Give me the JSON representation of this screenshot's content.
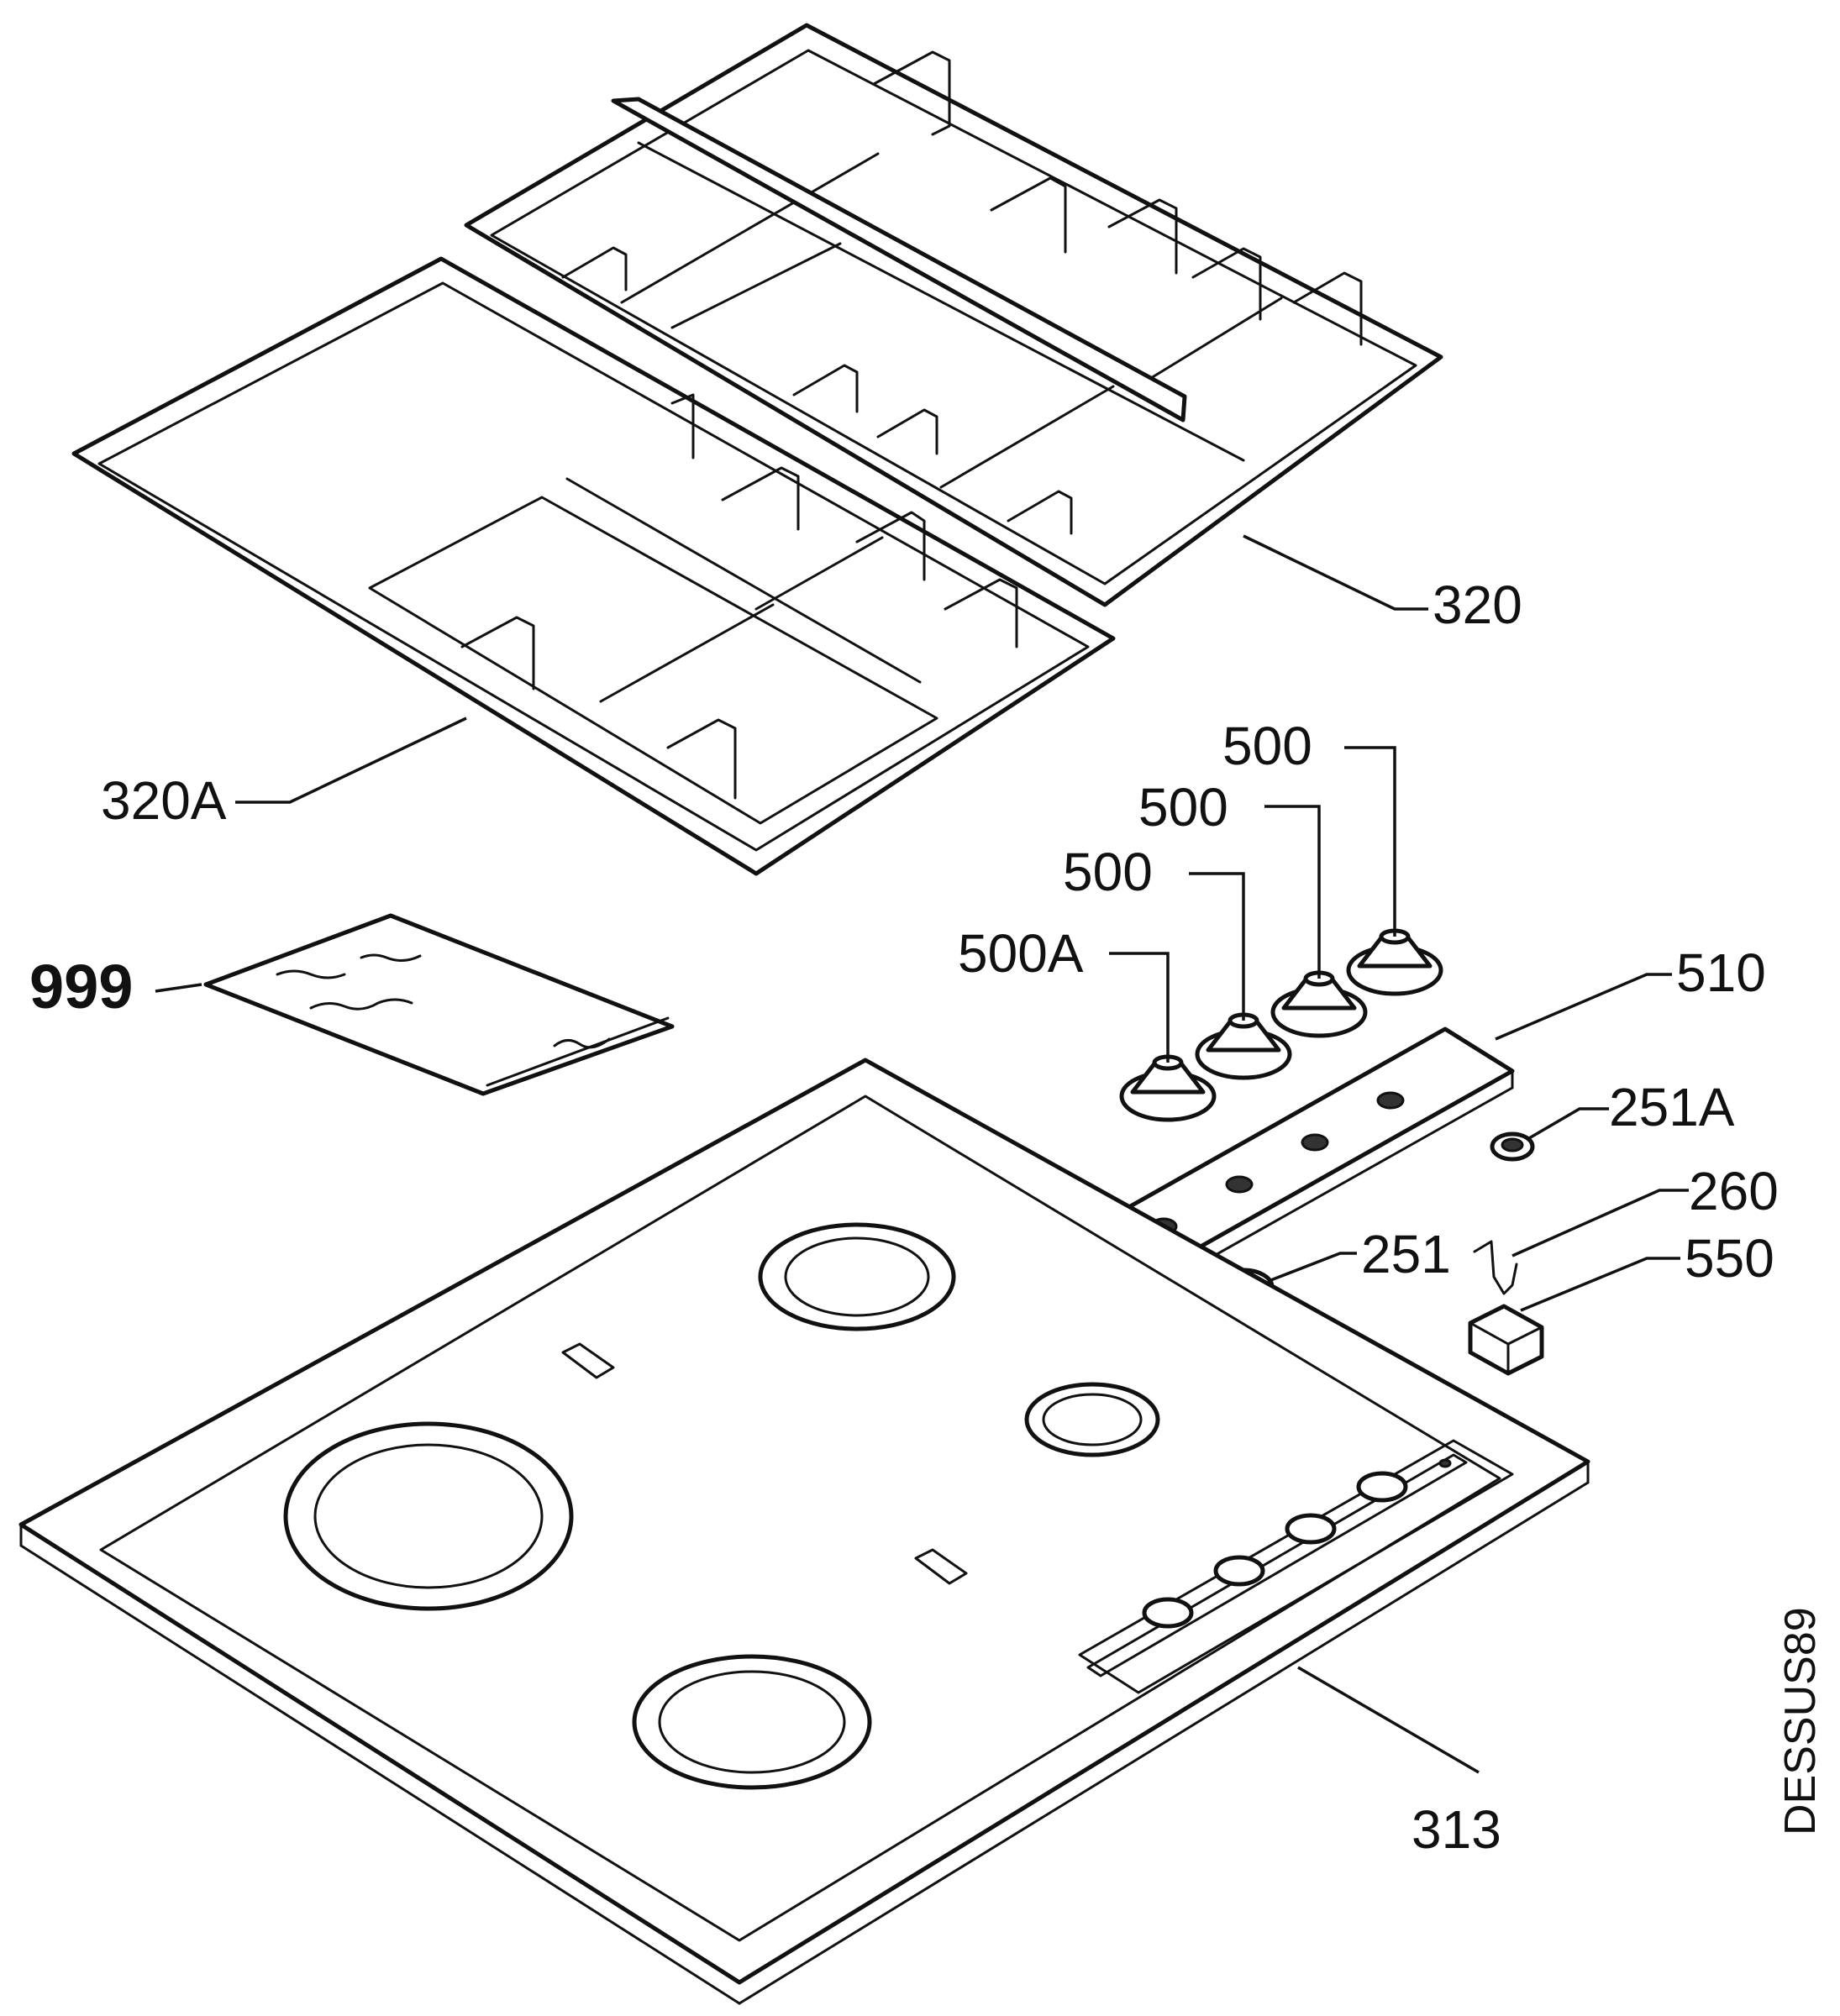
{
  "diagram": {
    "code": "DESSUS89",
    "labels": {
      "p320": "320",
      "p320a": "320A",
      "p999": "999",
      "p500_1": "500",
      "p500_2": "500",
      "p500_3": "500",
      "p500a": "500A",
      "p510": "510",
      "p251a": "251A",
      "p260": "260",
      "p251": "251",
      "p550": "550",
      "p313": "313"
    }
  }
}
